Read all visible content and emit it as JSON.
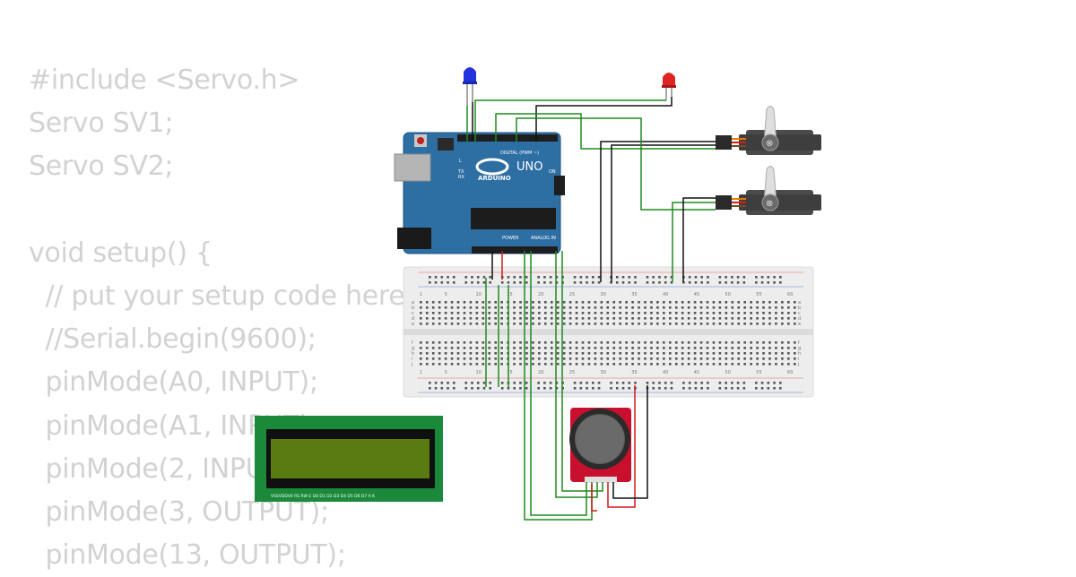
{
  "code_lines": [
    "#include <Servo.h>",
    "Servo SV1;",
    "Servo SV2;",
    "",
    "void setup() {",
    "  // put your setup code here",
    "  //Serial.begin(9600);",
    "  pinMode(A0, INPUT);",
    "  pinMode(A1, INPUT);",
    "  pinMode(2, INPUT);",
    "  pinMode(3, OUTPUT);",
    "  pinMode(13, OUTPUT);"
  ],
  "arduino": {
    "brand": "ARDUINO",
    "model": "UNO",
    "digital_label": "DIGITAL (PWM ~)",
    "power_label": "POWER",
    "analog_label": "ANALOG IN",
    "led_l": "L",
    "led_tx": "TX",
    "led_rx": "RX",
    "on_label": "ON"
  },
  "breadboard": {
    "column_numbers": [
      "1",
      "5",
      "10",
      "15",
      "20",
      "25",
      "30",
      "35",
      "40",
      "45",
      "50",
      "55",
      "60"
    ],
    "row_letters_top": [
      "a",
      "b",
      "c",
      "d",
      "e"
    ],
    "row_letters_bottom": [
      "f",
      "g",
      "h",
      "i",
      "j"
    ]
  },
  "lcd": {
    "pin_labels": "VSSVDDV0 RS RW E D0 D1 D2 D3 D4 D5 D6 D7 A K"
  },
  "colors": {
    "wire_green": "#1e8a1e",
    "wire_black": "#111111",
    "wire_red": "#d01818",
    "arduino_blue": "#2d6ea3",
    "breadboard": "#ededed",
    "lcd_pcb": "#1a8a3a",
    "lcd_screen": "#5a7a12",
    "joystick_pcb": "#c8102e",
    "code_text": "#d2d2d2"
  },
  "icons": [
    "blue-led-icon",
    "red-led-icon",
    "servo-icon",
    "joystick-icon"
  ]
}
